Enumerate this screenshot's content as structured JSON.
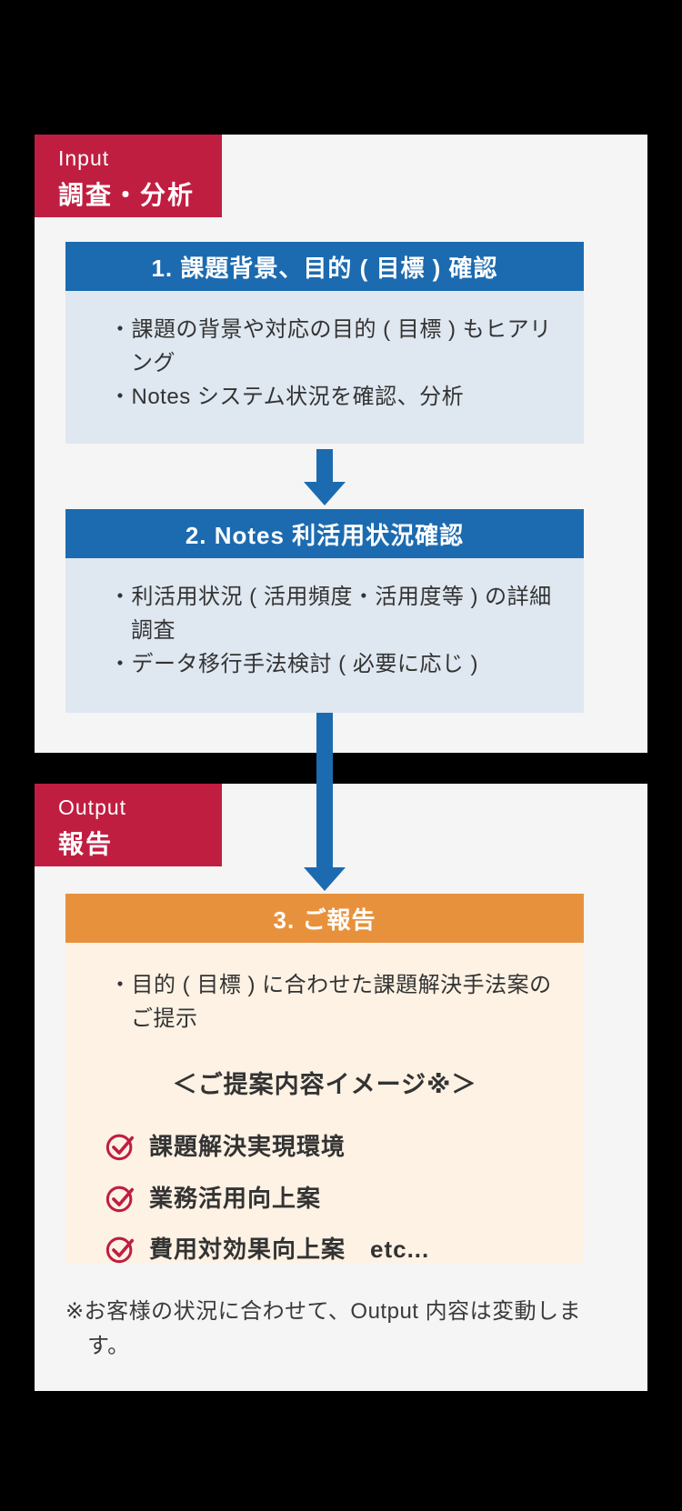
{
  "colors": {
    "background": "#000000",
    "panel_bg": "#f5f5f5",
    "badge_red": "#c01e41",
    "step_blue": "#1c6bb0",
    "step_blue_body": "#dfe7f0",
    "step_orange": "#e8913c",
    "step_orange_body": "#fdf2e4",
    "text": "#333333",
    "check_icon": "#c01e41"
  },
  "input": {
    "badge": {
      "en": "Input",
      "ja": "調査・分析"
    },
    "steps": [
      {
        "title": "1. 課題背景、目的 ( 目標 ) 確認",
        "bullets": [
          "・課題の背景や対応の目的 ( 目標 ) もヒアリング",
          "・Notes システム状況を確認、分析"
        ]
      },
      {
        "title": "2. Notes 利活用状況確認",
        "bullets": [
          "・利活用状況 ( 活用頻度・活用度等 ) の詳細調査",
          "・データ移行手法検討 ( 必要に応じ )"
        ]
      }
    ]
  },
  "output": {
    "badge": {
      "en": "Output",
      "ja": "報告"
    },
    "step": {
      "title": "3. ご報告",
      "bullets": [
        "・目的 ( 目標 ) に合わせた課題解決手法案のご提示"
      ],
      "subtitle": "＜ご提案内容イメージ※＞",
      "checklist": [
        "課題解決実現環境",
        "業務活用向上案",
        "費用対効果向上案　etc..."
      ]
    },
    "note": "※お客様の状況に合わせて、Output 内容は変動します。"
  },
  "icons": {
    "check": "check-circle-icon",
    "arrow": "down-arrow-icon"
  }
}
